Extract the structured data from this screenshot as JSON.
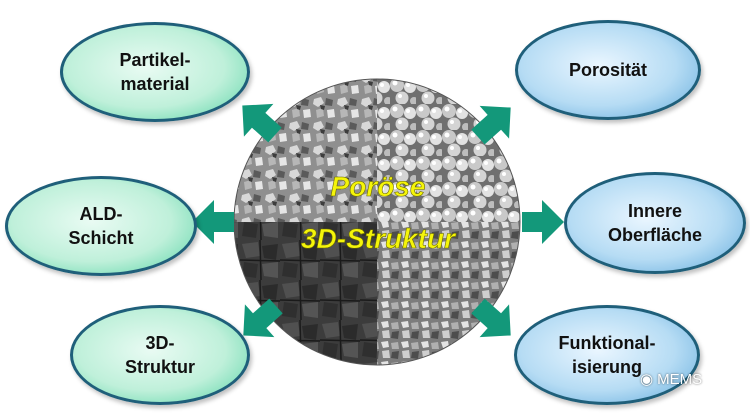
{
  "center": {
    "line1": "Poröse",
    "line2": "3D-Struktur",
    "text_color": "#f5f50a"
  },
  "nodes": {
    "partikel": "Partikel-\nmaterial",
    "ald": "ALD-\nSchicht",
    "struktur3d": "3D-\nStruktur",
    "porositaet": "Porosität",
    "innere": "Innere\nOberfläche",
    "funktional": "Funktional-\nisierung"
  },
  "colors": {
    "green_fill": "#bff0da",
    "blue_fill": "#b6dcf4",
    "arrow": "#13987a",
    "border": "#1f5f7a"
  },
  "watermark": {
    "text": "MEMS",
    "icon": "wechat-icon"
  }
}
